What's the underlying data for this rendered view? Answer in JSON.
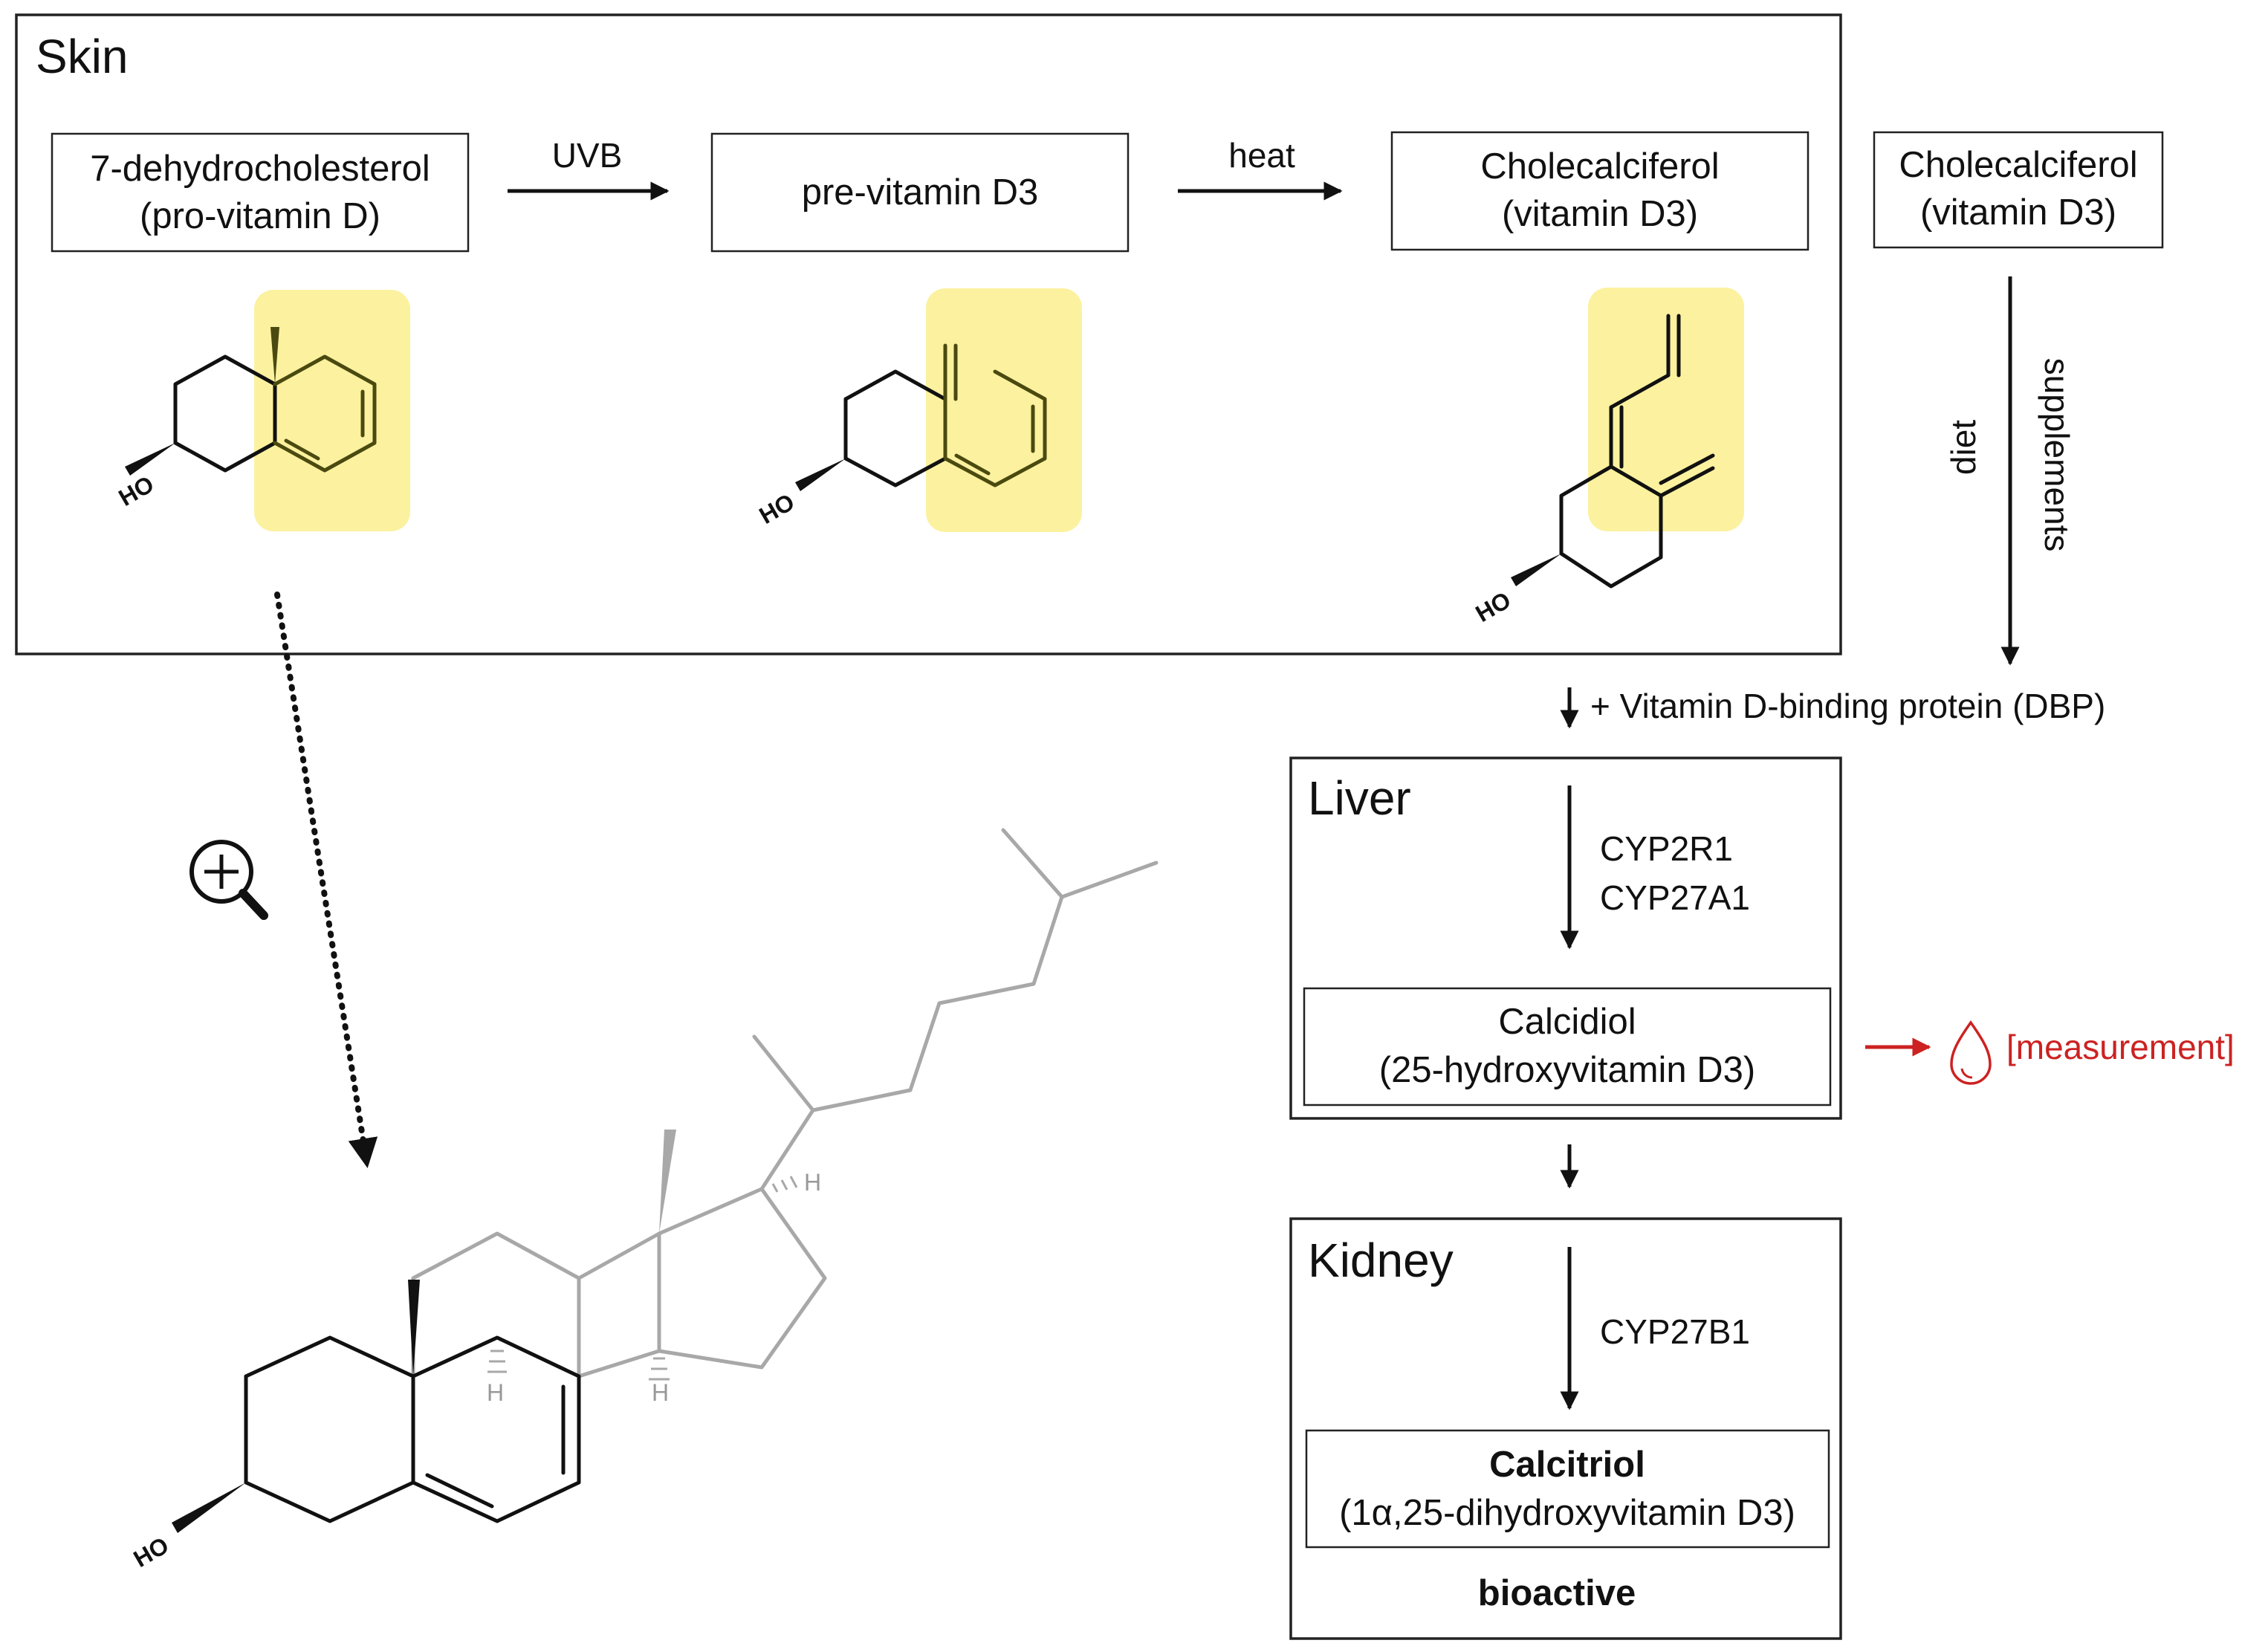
{
  "sections": {
    "skin": "Skin",
    "liver": "Liver",
    "kidney": "Kidney"
  },
  "compounds": {
    "pro_vitamin_d": [
      "7-dehydrocholesterol",
      "(pro-vitamin D)"
    ],
    "pre_vitamin_d3": [
      "pre-vitamin D3"
    ],
    "cholecalciferol_skin": [
      "Cholecalciferol",
      "(vitamin D3)"
    ],
    "cholecalciferol_diet": [
      "Cholecalciferol",
      "(vitamin D3)"
    ],
    "calcidiol": [
      "Calcidiol",
      "(25-hydroxyvitamin D3)"
    ],
    "calcitriol": [
      "Calcitriol",
      "(1α,25-dihydroxyvitamin D3)"
    ],
    "calcitriol_note": "bioactive"
  },
  "arrows": {
    "uvb": "UVB",
    "heat": "heat",
    "diet": "diet",
    "supplements": "supplements",
    "dbp": "+ Vitamin D-binding protein (DBP)"
  },
  "enzymes": {
    "liver": [
      "CYP2R1",
      "CYP27A1"
    ],
    "kidney": [
      "CYP27B1"
    ]
  },
  "measurement": "[measurement]",
  "atoms": {
    "hydroxyl": "HO",
    "hydrogen": "H"
  },
  "icons": {
    "zoom": "zoom-in-icon",
    "drop": "blood-drop-icon"
  },
  "colors": {
    "highlight": "#fbef8e",
    "measurement": "#cc2222",
    "zoomed_side_chain": "#a8a8a8"
  }
}
